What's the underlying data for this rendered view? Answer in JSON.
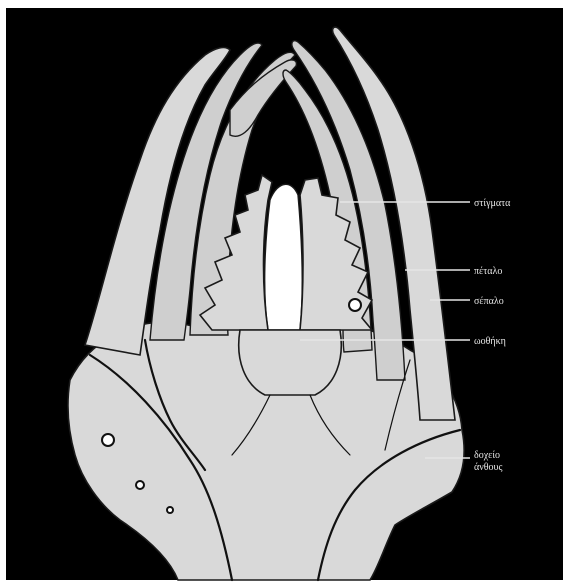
{
  "diagram": {
    "background_color": "#000000",
    "tissue_color": "#d9d9d9",
    "labels": [
      {
        "id": "stigma",
        "text": "στίγματα"
      },
      {
        "id": "petal",
        "text": "πέταλο"
      },
      {
        "id": "sepal",
        "text": "σέπαλο"
      },
      {
        "id": "ovary",
        "text": "ωοθήκη"
      },
      {
        "id": "receptacle",
        "text": "δοχείο\nάνθους"
      }
    ]
  }
}
